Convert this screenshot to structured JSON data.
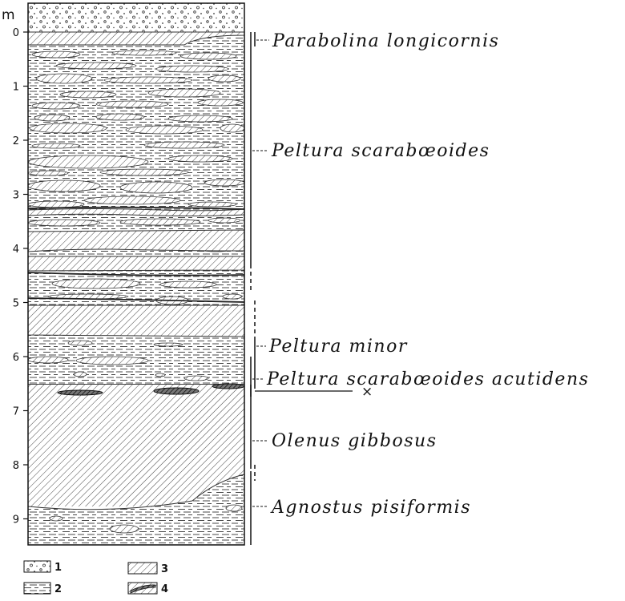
{
  "axis": {
    "unit": "m",
    "ticks": [
      "0",
      "1",
      "2",
      "3",
      "4",
      "5",
      "6",
      "7",
      "8",
      "9"
    ]
  },
  "zones": [
    {
      "id": "parabolina",
      "name": "Parabolina longicornis"
    },
    {
      "id": "peltura-scarab",
      "name": "Peltura scarabœoides"
    },
    {
      "id": "peltura-minor",
      "name": "Peltura minor"
    },
    {
      "id": "peltura-acutidens",
      "name": "Peltura scarabœoides acutidens"
    },
    {
      "id": "olenus",
      "name": "Olenus gibbosus"
    },
    {
      "id": "agnostus",
      "name": "Agnostus pisiformis"
    }
  ],
  "marker": {
    "symbol": "×"
  },
  "legend": [
    {
      "number": "1",
      "pattern": "sand"
    },
    {
      "number": "2",
      "pattern": "shale"
    },
    {
      "number": "3",
      "pattern": "limestone"
    },
    {
      "number": "4",
      "pattern": "dark-lens"
    }
  ]
}
